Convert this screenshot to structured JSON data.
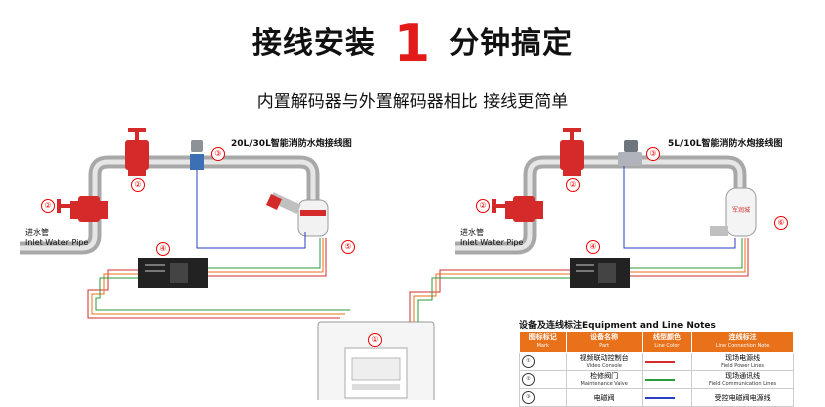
{
  "header": {
    "title_left": "接线安装",
    "title_num": "1",
    "title_right": "分钟搞定",
    "subtitle": "内置解码器与外置解码器相比  接线更简单"
  },
  "left_diagram": {
    "title": "20L/30L智能消防水炮接线图",
    "inlet_cn": "进水管",
    "inlet_en": "Inlet Water Pipe",
    "markers": [
      "②",
      "②",
      "③",
      "④",
      "⑤",
      "①"
    ]
  },
  "right_diagram": {
    "title": "5L/10L智能消防水炮接线图",
    "inlet_cn": "进水管",
    "inlet_en": "Inlet Water Pipe",
    "markers": [
      "②",
      "②",
      "③",
      "④",
      "⑥"
    ],
    "cannon_label": "军润城"
  },
  "notes": {
    "title": "设备及连线标注Equipment and Line Notes",
    "headers": [
      {
        "cn": "图标标记",
        "en": "Mark"
      },
      {
        "cn": "设备名称",
        "en": "Part"
      },
      {
        "cn": "线型颜色",
        "en": "Line Color"
      },
      {
        "cn": "连线标注",
        "en": "Line Connection Note"
      }
    ],
    "rows": [
      {
        "mark": "①",
        "part_cn": "视频联动控制台",
        "part_en": "Video Console",
        "color": "#d62b2b",
        "note_cn": "现场电源线",
        "note_en": "Field Power Lines"
      },
      {
        "mark": "②",
        "part_cn": "检修阀门",
        "part_en": "Maintenance Valve",
        "color": "#2a9a3a",
        "note_cn": "现场通讯线",
        "note_en": "Field Communication Lines"
      },
      {
        "mark": "③",
        "part_cn": "电磁阀",
        "part_en": "",
        "color": "#2a3fbf",
        "note_cn": "受控电磁阀电源线",
        "note_en": ""
      }
    ]
  },
  "colors": {
    "red_line": "#d62b2b",
    "green_line": "#2a9a3a",
    "blue_line": "#2a3fbf",
    "orange_line": "#e8711a",
    "pipe": "#bfbfbf",
    "valve": "#d42a2a"
  }
}
